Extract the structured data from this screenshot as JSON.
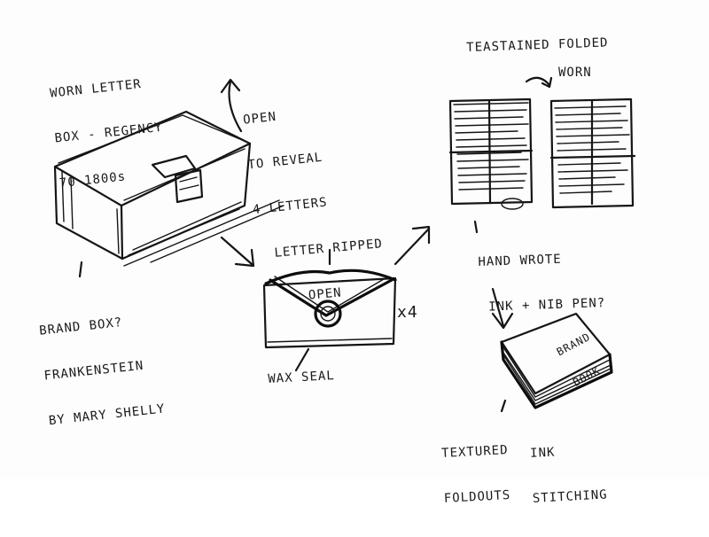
{
  "sketch": {
    "notes": {
      "box_title": [
        "WORN LETTER",
        "BOX - REGENCY",
        "70 1800s"
      ],
      "open_note": [
        "OPEN",
        "TO REVEAL",
        "4 LETTERS"
      ],
      "brand_box": [
        "BRAND BOX?",
        "FRANKENSTEIN",
        "BY MARY SHELLY"
      ],
      "letter_ripped": [
        "LETTER RIPPED",
        "OPEN"
      ],
      "multiplier": "x4",
      "wax_seal": "WAX SEAL",
      "tea_stained": "TEASTAINED FOLDED",
      "worn": "WORN",
      "hand_wrote": [
        "HAND WROTE",
        "INK + NIB PEN?"
      ],
      "brand_book": [
        "BRAND",
        "BOOK"
      ],
      "textured_foldouts": [
        "TEXTURED",
        "FOLDOUTS"
      ],
      "ink_stitching": [
        "INK",
        "STITCHING"
      ]
    }
  }
}
